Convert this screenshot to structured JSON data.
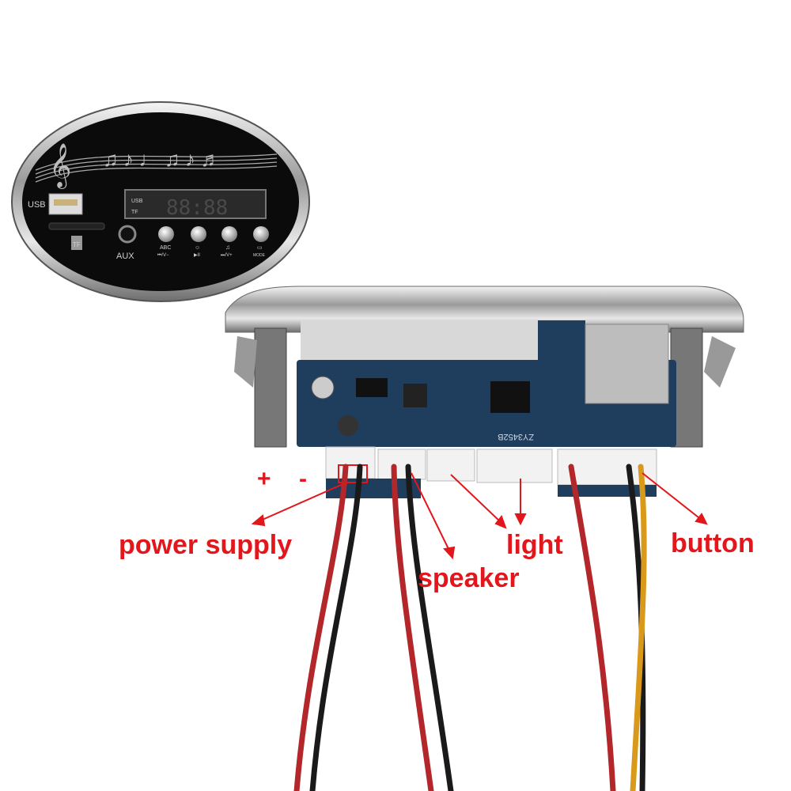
{
  "front_panel": {
    "usb_label": "USB",
    "tf_label": "TF",
    "aux_label": "AUX",
    "display_text": "88:88",
    "display_small_1": "USB",
    "display_small_2": "TF",
    "buttons": [
      {
        "top": "ABC",
        "bottom": "⏮/V−"
      },
      {
        "top": "☺",
        "bottom": "▶II"
      },
      {
        "top": "♫",
        "bottom": "⏭/V+"
      },
      {
        "top": "▭",
        "bottom": "MODE"
      }
    ]
  },
  "board": {
    "model_text": "ZY3452B"
  },
  "annotations": {
    "plus": "+",
    "minus": "-",
    "power_supply": "power supply",
    "speaker": "speaker",
    "light": "light",
    "button": "button"
  },
  "colors": {
    "annotation_red": "#e3161c",
    "pcb_blue": "#1f3d5c",
    "wire_red": "#b3262a",
    "wire_black": "#1a1a1a",
    "wire_yellow": "#d99a1c"
  }
}
